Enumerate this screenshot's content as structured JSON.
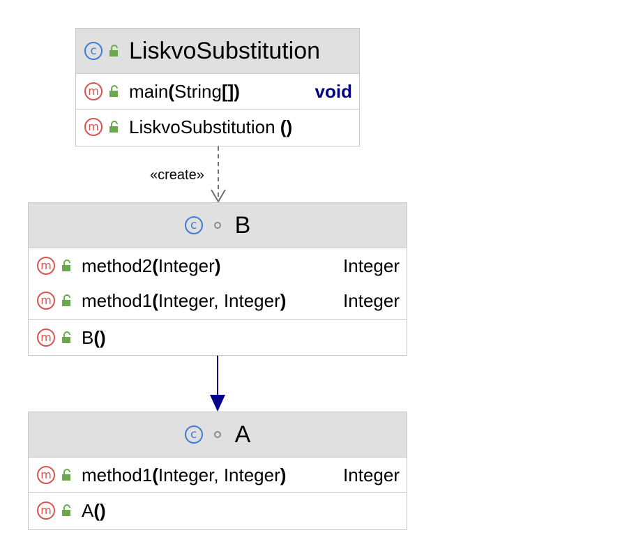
{
  "classes": {
    "liskov": {
      "name": "LiskvoSubstitution",
      "methods": [
        {
          "name": "main",
          "paren_open": "(",
          "params": "String",
          "paren_close": "[])",
          "return": "void"
        }
      ],
      "constructors": [
        {
          "name": "LiskvoSubstitution ",
          "parens": "()"
        }
      ]
    },
    "b": {
      "name": "B",
      "methods": [
        {
          "name": "method2",
          "paren_open": "(",
          "params": "Integer",
          "paren_close": ")",
          "return": "Integer"
        },
        {
          "name": "method1",
          "paren_open": "(",
          "params": "Integer, Integer",
          "paren_close": ")",
          "return": "Integer"
        }
      ],
      "constructors": [
        {
          "name": "B",
          "parens": "()"
        }
      ]
    },
    "a": {
      "name": "A",
      "methods": [
        {
          "name": "method1",
          "paren_open": "(",
          "params": "Integer, Integer",
          "paren_close": ")",
          "return": "Integer"
        }
      ],
      "constructors": [
        {
          "name": "A",
          "parens": "()"
        }
      ]
    }
  },
  "relations": {
    "create_label": "«create»"
  },
  "icons": {
    "class_glyph": "c",
    "method_glyph": "m"
  },
  "colors": {
    "header_bg": "#e0e0e0",
    "class_icon": "#3d7bd6",
    "method_icon": "#d9534f",
    "lock": "#6aa84f",
    "keyword": "#000080",
    "inheritance_arrow": "#00008b",
    "dependency_arrow": "#707070"
  }
}
